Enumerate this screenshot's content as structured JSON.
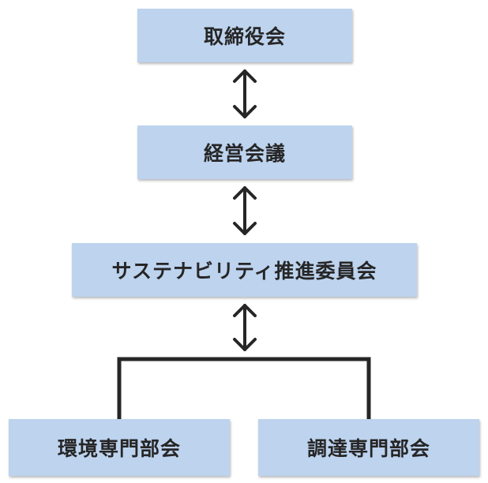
{
  "nodes": {
    "board": "取締役会",
    "management_meeting": "経営会議",
    "sustainability_committee": "サステナビリティ推進委員会",
    "environment_subcommittee": "環境専門部会",
    "procurement_subcommittee": "調達専門部会"
  },
  "colors": {
    "box_fill": "#bdd3ee",
    "text": "#262626",
    "connector": "#262626"
  }
}
